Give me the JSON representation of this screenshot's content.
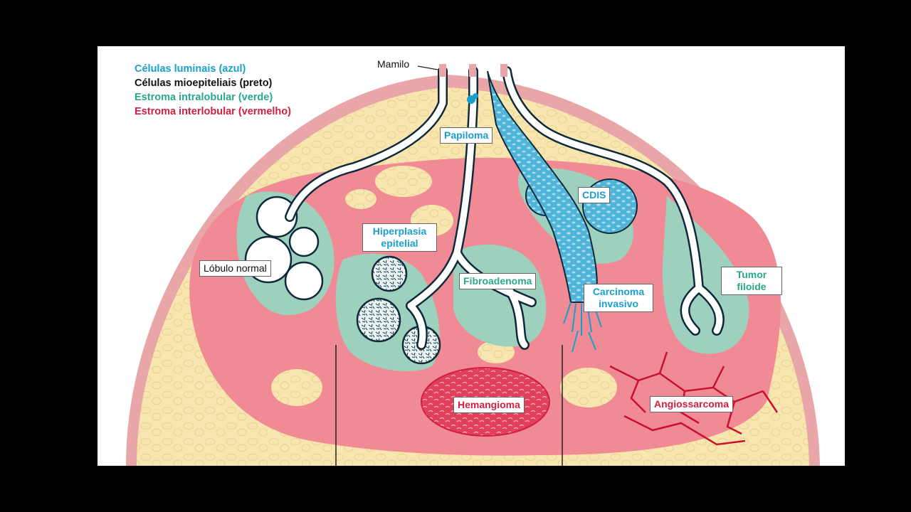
{
  "legend": {
    "luminal": "Células luminais (azul)",
    "myoepithelial": "Células mioepiteliais (preto)",
    "intralobular": "Estroma intralobular (verde)",
    "interlobular": "Estroma interlobular (vermelho)"
  },
  "colors": {
    "luminal": "#1aa0cc",
    "intralobular": "#2aa88a",
    "interlobular": "#d31f3e",
    "fat": "#f8e6b0",
    "stroma_fill": "#f08a94",
    "skin": "#e9a6a8"
  },
  "labels": {
    "mamilo": "Mamilo",
    "lobulo_normal": "Lóbulo normal",
    "papiloma": "Papiloma",
    "hiperplasia": "Hiperplasia epitelial",
    "fibroadenoma": "Fibroadenoma",
    "cdis": "CDIS",
    "carcinoma": "Carcinoma invasivo",
    "tumor_filoide": "Tumor filoide",
    "hemangioma": "Hemangioma",
    "angiossarcoma": "Angiossarcoma"
  }
}
